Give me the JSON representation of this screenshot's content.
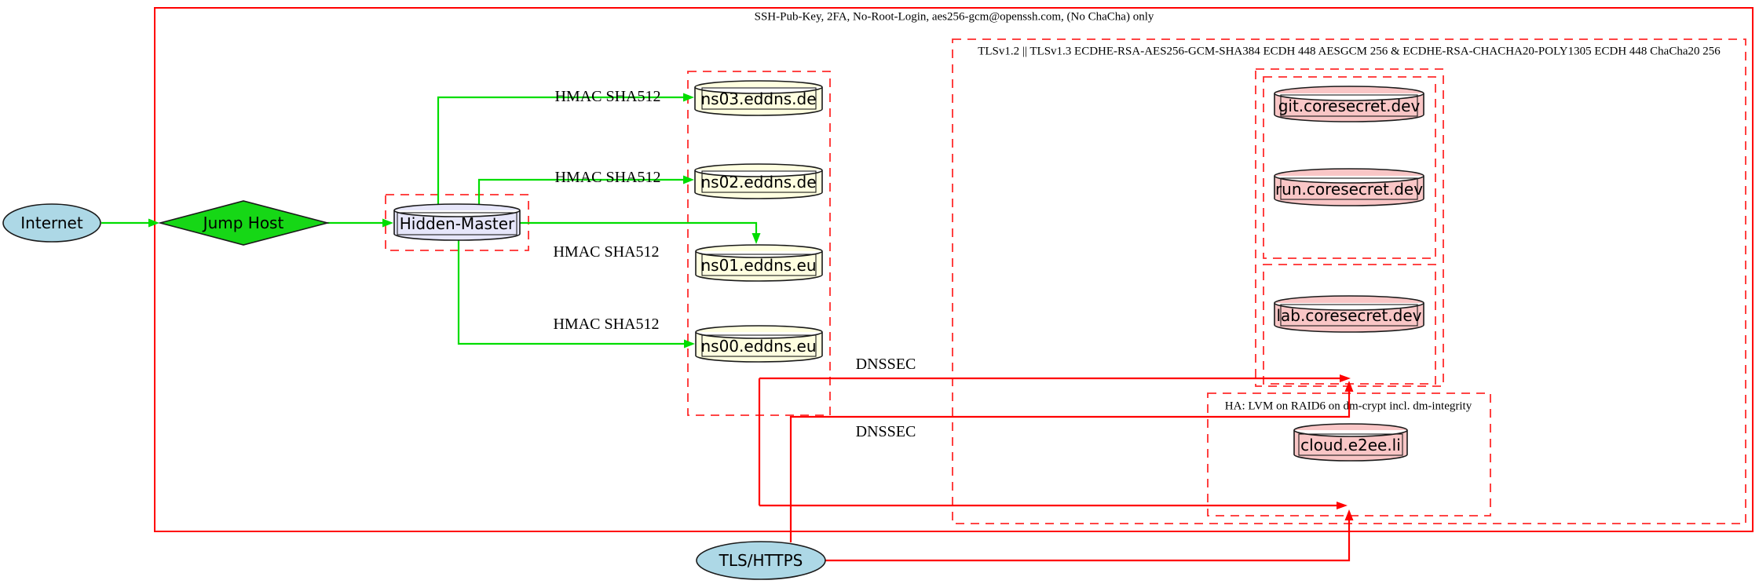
{
  "diagram": {
    "clusters": {
      "ssh": {
        "label": "SSH-Pub-Key, 2FA, No-Root-Login, aes256-gcm@openssh.com, (No ChaCha) only"
      },
      "tls": {
        "label": "TLSv1.2 || TLSv1.3 ECDHE-RSA-AES256-GCM-SHA384 ECDH 448 AESGCM 256 & ECDHE-RSA-CHACHA20-POLY1305 ECDH 448 ChaCha20 256"
      },
      "ha": {
        "label": "HA: LVM on RAID6 on dm-crypt incl. dm-integrity"
      }
    },
    "nodes": {
      "internet": "Internet",
      "jump_host": "Jump Host",
      "hidden_master": "Hidden-Master",
      "ns03": "ns03.eddns.de",
      "ns02": "ns02.eddns.de",
      "ns01": "ns01.eddns.eu",
      "ns00": "ns00.eddns.eu",
      "git": "git.coresecret.dev",
      "run": "run.coresecret.dev",
      "lab": "lab.coresecret.dev",
      "cloud": "cloud.e2ee.li",
      "tls_https": "TLS/HTTPS"
    },
    "edge_labels": {
      "hmac": "HMAC SHA512",
      "dnssec": "DNSSEC"
    },
    "colors": {
      "edge_green": "#00dd00",
      "edge_red": "#ff0000",
      "cluster_red": "#ff2b2b",
      "node_blue": "#add8e6",
      "node_green": "#16d716",
      "node_lavender": "#e6e6fa",
      "node_cream": "#ffffe0",
      "node_pink": "#f9c6c6"
    }
  }
}
